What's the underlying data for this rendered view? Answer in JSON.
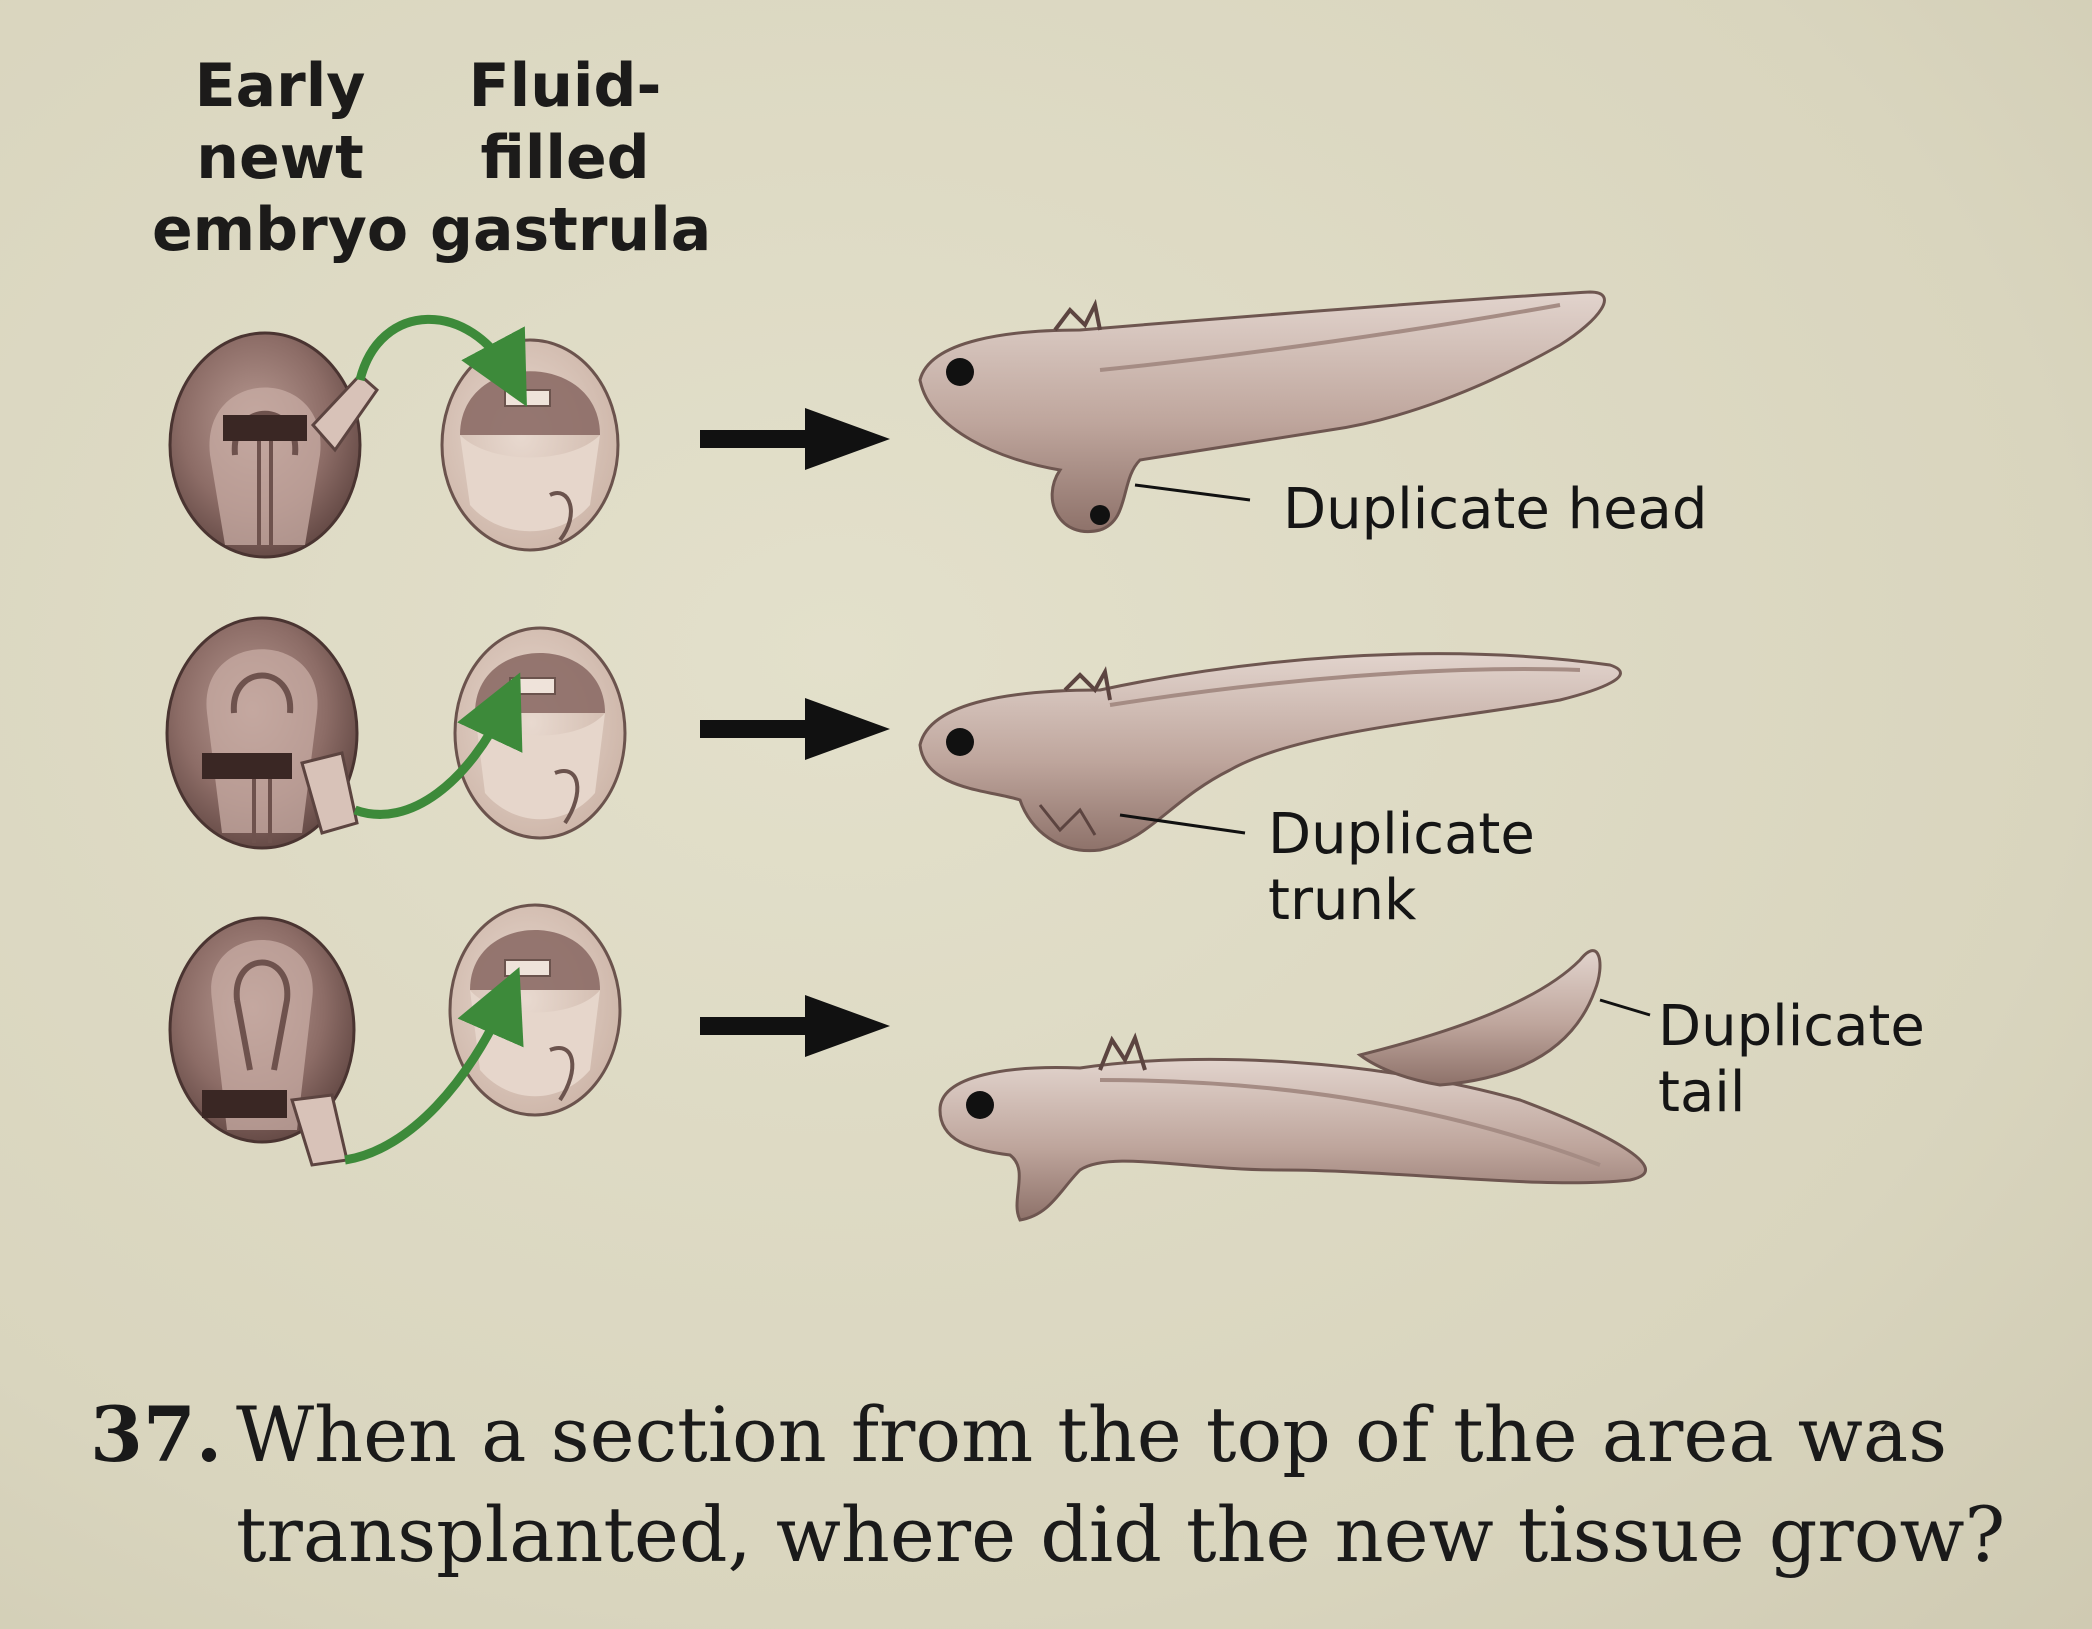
{
  "headers": {
    "embryo": [
      "Early",
      "newt",
      "embryo"
    ],
    "gastrula": [
      "Fluid-",
      "filled",
      "gastrula"
    ]
  },
  "rows": [
    {
      "result_label": [
        "Duplicate head"
      ]
    },
    {
      "result_label": [
        "Duplicate",
        "trunk"
      ]
    },
    {
      "result_label": [
        "Duplicate",
        "tail"
      ]
    }
  ],
  "question": {
    "number": "37.",
    "line1": "When a section from the top of the area was",
    "line2": "transplanted, where did the new tissue grow?"
  },
  "colors": {
    "background": "#ddd9c4",
    "embryo_fill": "#8f6f6a",
    "gastrula_fill": "#d9c5bb",
    "transplant_arrow": "#3d8a3a",
    "newt_fill": "#c7b2ab",
    "text": "#1a1a1a"
  },
  "icons": [
    "right-arrow-icon",
    "transplant-arrow-icon"
  ]
}
